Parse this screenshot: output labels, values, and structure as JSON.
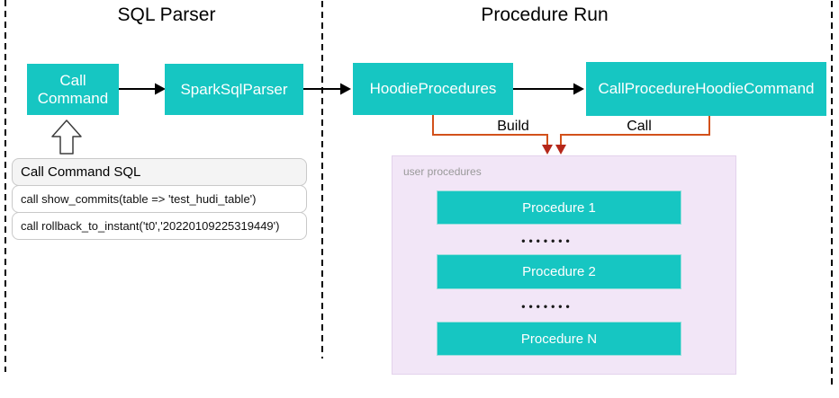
{
  "sections": {
    "sql_parser": {
      "title": "SQL Parser"
    },
    "procedure_run": {
      "title": "Procedure Run"
    }
  },
  "nodes": {
    "call_command": "Call Command",
    "spark_sql_parser": "SparkSqlParser",
    "hoodie_procedures": "HoodieProcedures",
    "call_procedure_hoodie_command": "CallProcedureHoodieCommand"
  },
  "edges": {
    "build_label": "Build",
    "call_label": "Call"
  },
  "sql_table": {
    "header": "Call Command SQL",
    "rows": [
      "call show_commits(table => 'test_hudi_table')",
      "call rollback_to_instant('t0','20220109225319449')"
    ]
  },
  "user_procedures": {
    "label": "user procedures",
    "items": [
      "Procedure 1",
      "Procedure 2",
      "Procedure N"
    ],
    "ellipsis": "•••••••"
  },
  "colors": {
    "node_fill": "#16C6C2",
    "node_text": "#FFFFFF",
    "procedure_border": "#9ADEDC",
    "connector_orange": "#D2511B",
    "arrow_red": "#B5271A",
    "purple_bg": "#F2E6F7",
    "purple_border": "#E3D2EC",
    "table_header_bg": "#F4F4F4",
    "table_border": "#C9C9C9",
    "label_gray": "#999999",
    "dots": "#1A1A1A"
  }
}
